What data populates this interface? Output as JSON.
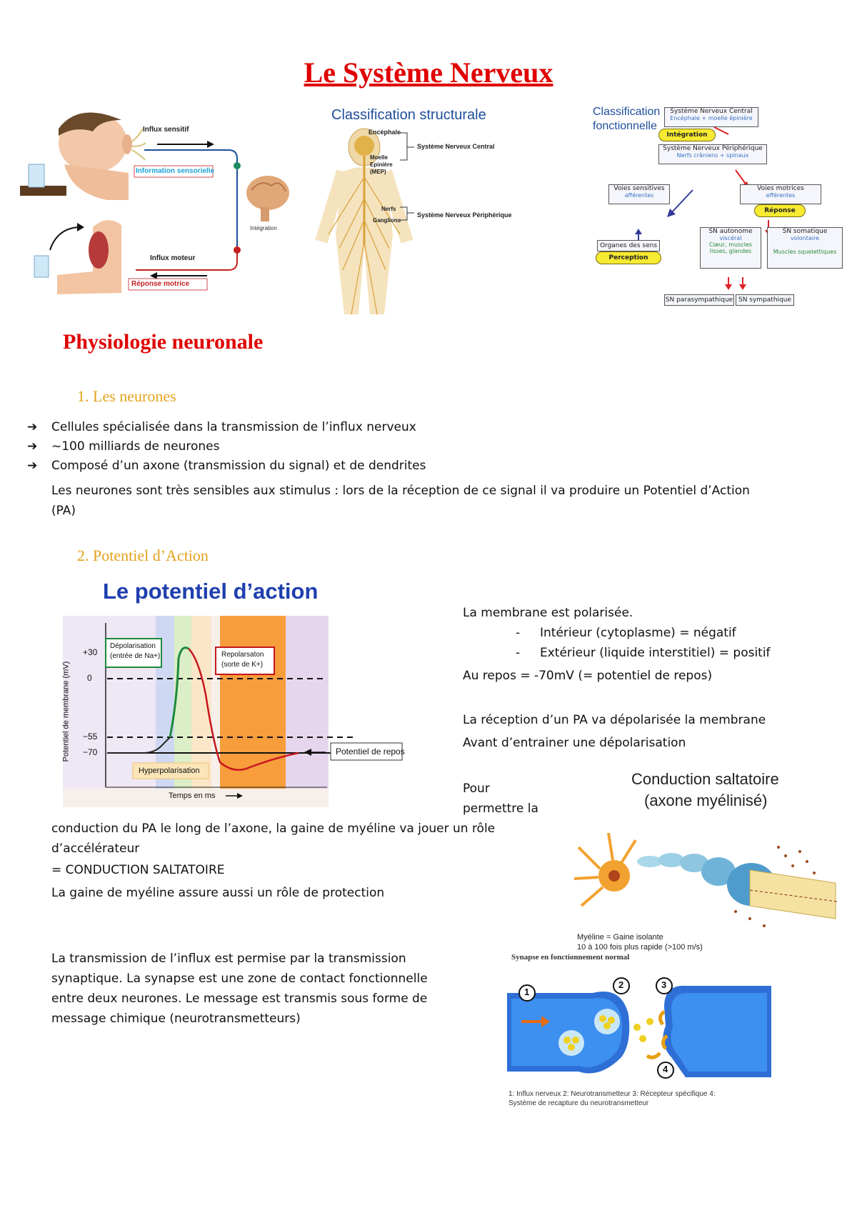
{
  "title": "Le Système Nerveux",
  "reflex_figure": {
    "afferent": "Influx sensitif",
    "sensory_info": "Information sensorielle",
    "integration": "Intégration",
    "efferent": "Influx moteur",
    "motor_response": "Réponse motrice"
  },
  "structural": {
    "title": "Classification structurale",
    "encephale": "Encéphale",
    "moelle_l1": "Moelle",
    "moelle_l2": "Epinière",
    "moelle_l3": "(MEP)",
    "nerfs": "Nerfs",
    "ganglions": "Ganglions",
    "snc": "Système Nerveux Central",
    "snp": "Système Nerveux Périphérique"
  },
  "functional": {
    "title_l1": "Classification",
    "title_l2": "fonctionnelle",
    "snc": "Système Nerveux Central",
    "snc_sub": "Encéphale + moelle épinière",
    "integration": "Intégration",
    "snp": "Système Nerveux Périphérique",
    "snp_sub": "Nerfs crâniens + spinaux",
    "voies_sens_l1": "Voies sensitives",
    "voies_sens_l2": "afférentes",
    "voies_mot_l1": "Voies motrices",
    "voies_mot_l2": "efférentes",
    "organes": "Organes des sens",
    "perception": "Perception",
    "reponse": "Réponse",
    "sn_auto_l1": "SN autonome",
    "sn_auto_l2": "viscéral",
    "sn_auto_l3": "Cœur, muscles",
    "sn_auto_l4": "lisses, glandes",
    "sn_soma_l1": "SN somatique",
    "sn_soma_l2": "volontaire",
    "sn_soma_l3": "Muscles squelettiques",
    "parasym": "SN parasympathique",
    "sym": "SN sympathique"
  },
  "physiology": {
    "title": "Physiologie neuronale",
    "s1_title": "1.   Les neurones",
    "bullets": [
      "Cellules spécialisée dans la transmission de l’influx nerveux",
      "~100 milliards de neurones",
      "Composé d’un axone (transmission du signal) et de dendrites"
    ],
    "para_l1": "Les neurones sont très sensibles aux stimulus : lors de la réception de ce signal il va produire un Potentiel d’Action",
    "para_l2": "(PA)",
    "s2_title": "2.   Potentiel d’Action"
  },
  "ap_chart": {
    "heading": "Le potentiel d’action",
    "ylabel": "Potentiel de membrane (mV)",
    "xlabel": "Temps en ms",
    "ticks": [
      "+30",
      "0",
      "−55",
      "−70"
    ],
    "depol_l1": "Dépolarisation",
    "depol_l2": "(entrée de Na+)",
    "repol_l1": "Repolarsaton",
    "repol_l2": "(sorte de K+)",
    "hyper": "Hyperpolarisation",
    "repos": "Potentiel de repos"
  },
  "membrane": {
    "l1": "La membrane est polarisée.",
    "l2": "Intérieur (cytoplasme) = négatif",
    "l3": "Extérieur (liquide interstitiel) = positif",
    "l4": "Au repos = -70mV (= potentiel de repos)",
    "l5": "La réception d’un PA va dépolarisée la membrane",
    "l6": "Avant d’entrainer une dépolarisation",
    "l7": "Pour",
    "l8": "permettre la",
    "l9": "conduction du PA le long de l’axone, la gaine de myéline va jouer un rôle",
    "l10": "d’accélérateur",
    "l11": "= CONDUCTION SALTATOIRE",
    "l12": "La gaine de myéline assure aussi un rôle de protection"
  },
  "saltatory": {
    "title_l1": "Conduction saltatoire",
    "title_l2": "(axone myélinisé)",
    "caption_l1": "Myéline = Gaine isolante",
    "caption_l2": "10 à 100 fois plus rapide (>100 m/s)"
  },
  "synapse_text": {
    "l1": "La transmission de l’influx est permise par la transmission",
    "l2": "synaptique. La synapse est une zone de contact fonctionnelle",
    "l3": "entre deux neurones. Le message est transmis sous forme de",
    "l4": "message chimique (neurotransmetteurs)"
  },
  "synapse_fig": {
    "title": "Synapse en fonctionnement normal",
    "n1": "1",
    "n2": "2",
    "n3": "3",
    "n4": "4",
    "caption_l1": "1: Influx nerveux 2: Neurotransmetteur 3: Récepteur spécifique 4:",
    "caption_l2": "Système de recapture du neurotransmetteur"
  }
}
